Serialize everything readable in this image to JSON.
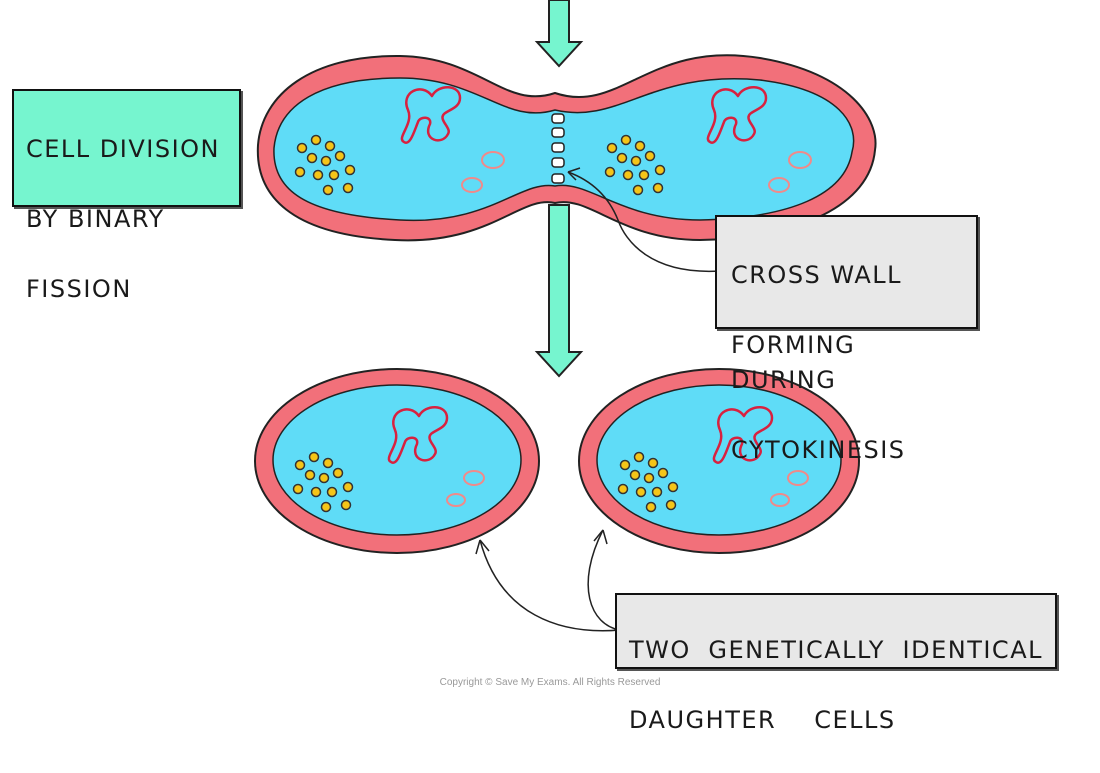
{
  "title": {
    "lines": [
      "CELL DIVISION",
      "BY BINARY",
      "FISSION"
    ]
  },
  "cross_wall_label": {
    "lines": [
      "CROSS WALL",
      "FORMING DURING",
      "CYTOKINESIS"
    ]
  },
  "daughter_label": {
    "line1_words": [
      "TWO",
      "GENETICALLY",
      "IDENTICAL"
    ],
    "line2_words": [
      "DAUGHTER",
      "CELLS"
    ]
  },
  "copyright": "Copyright © Save My Exams. All Rights Reserved",
  "colors": {
    "cell_wall": "#f2707a",
    "cell_wall_outline": "#222222",
    "cytoplasm": "#5fdcf7",
    "dna": "#d8213f",
    "plasmid": "#f08a8a",
    "ribosome": "#f5c518",
    "arrow": "#76f5cf",
    "title_box": "#76f5cf",
    "annotation_box": "#e8e8e8"
  }
}
